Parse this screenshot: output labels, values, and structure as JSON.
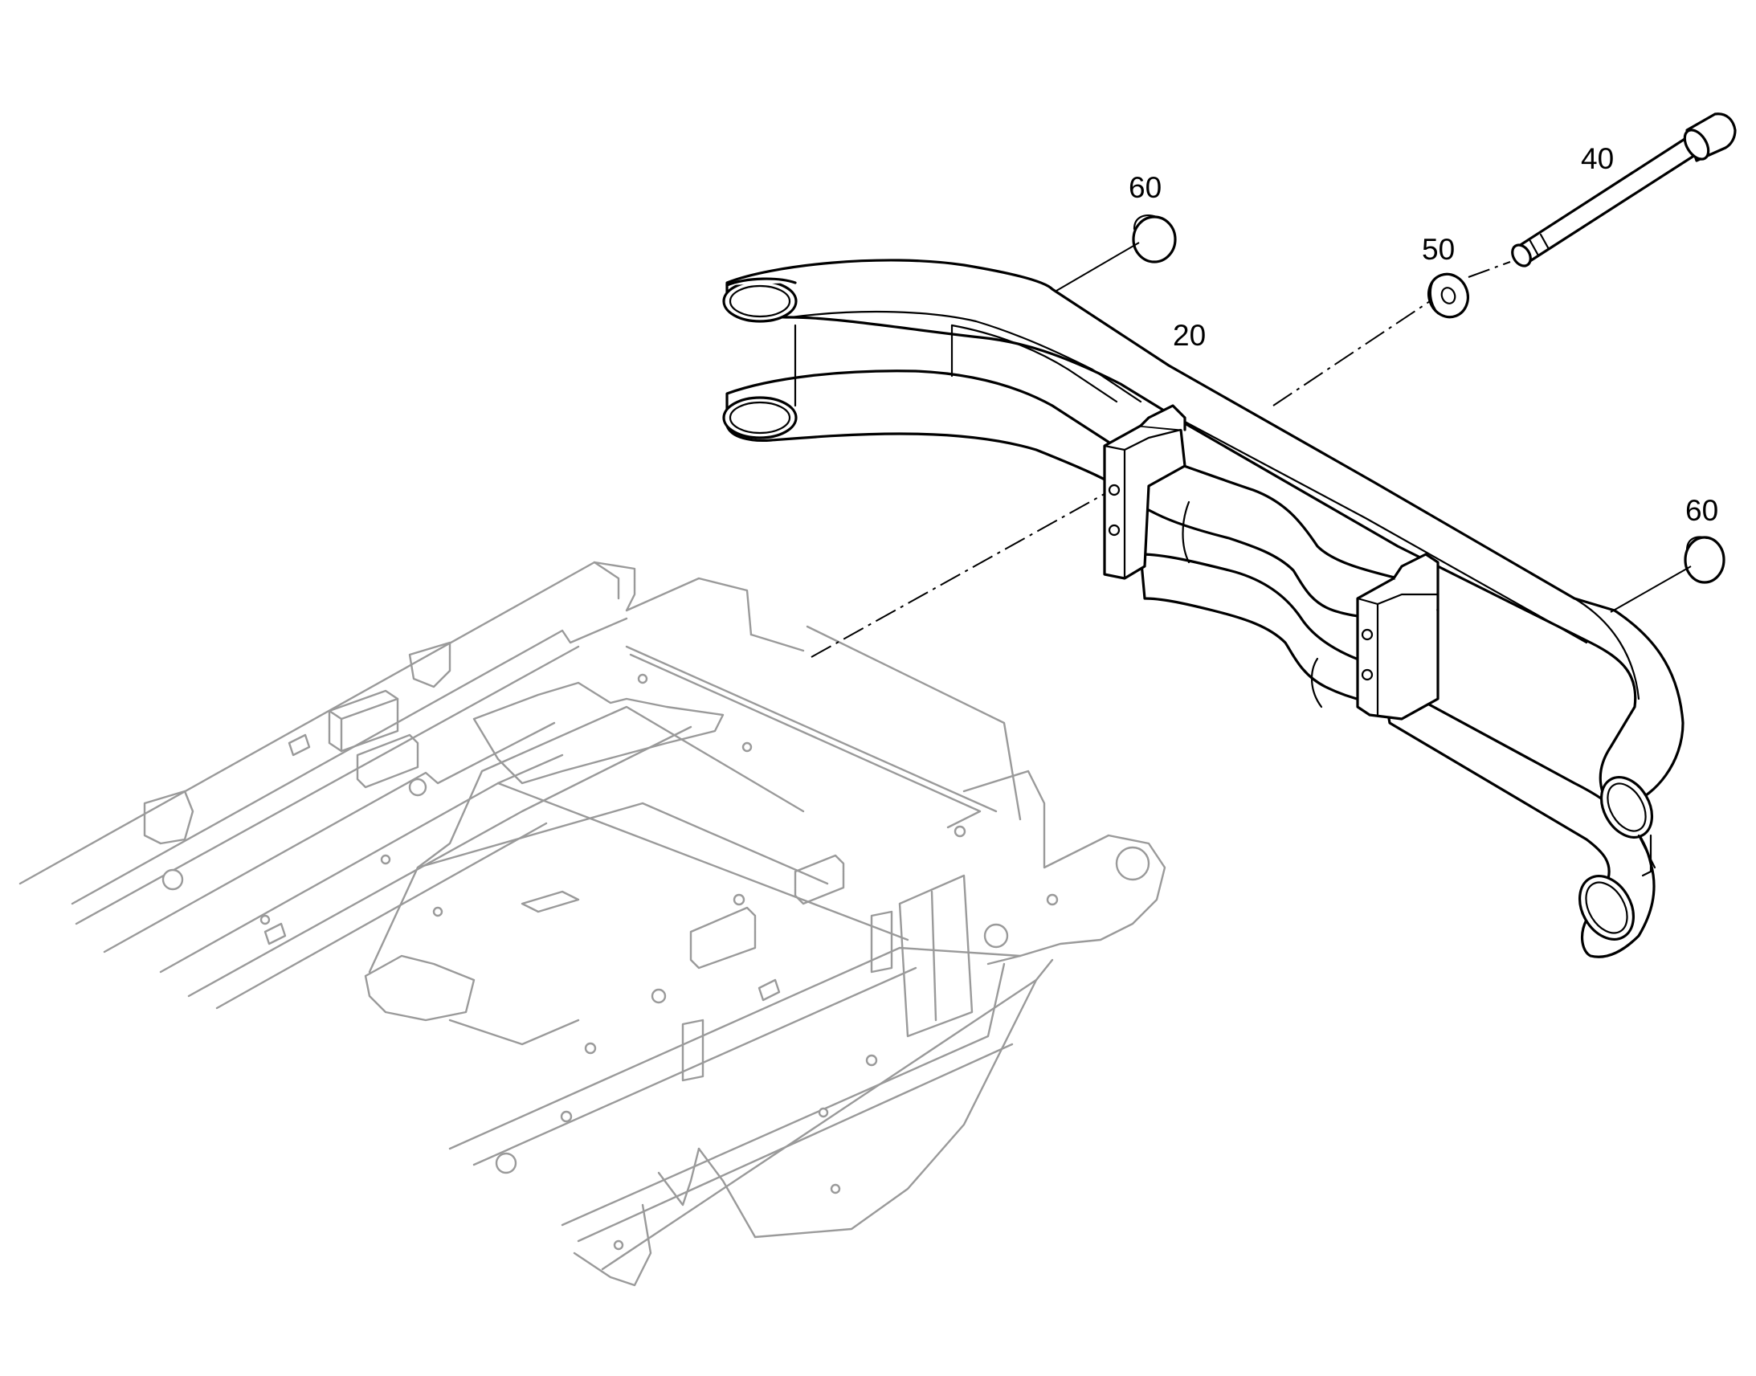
{
  "callouts": {
    "bolt": "40",
    "washer": "50",
    "bar": "20",
    "cap_upper": "60",
    "cap_right": "60"
  }
}
